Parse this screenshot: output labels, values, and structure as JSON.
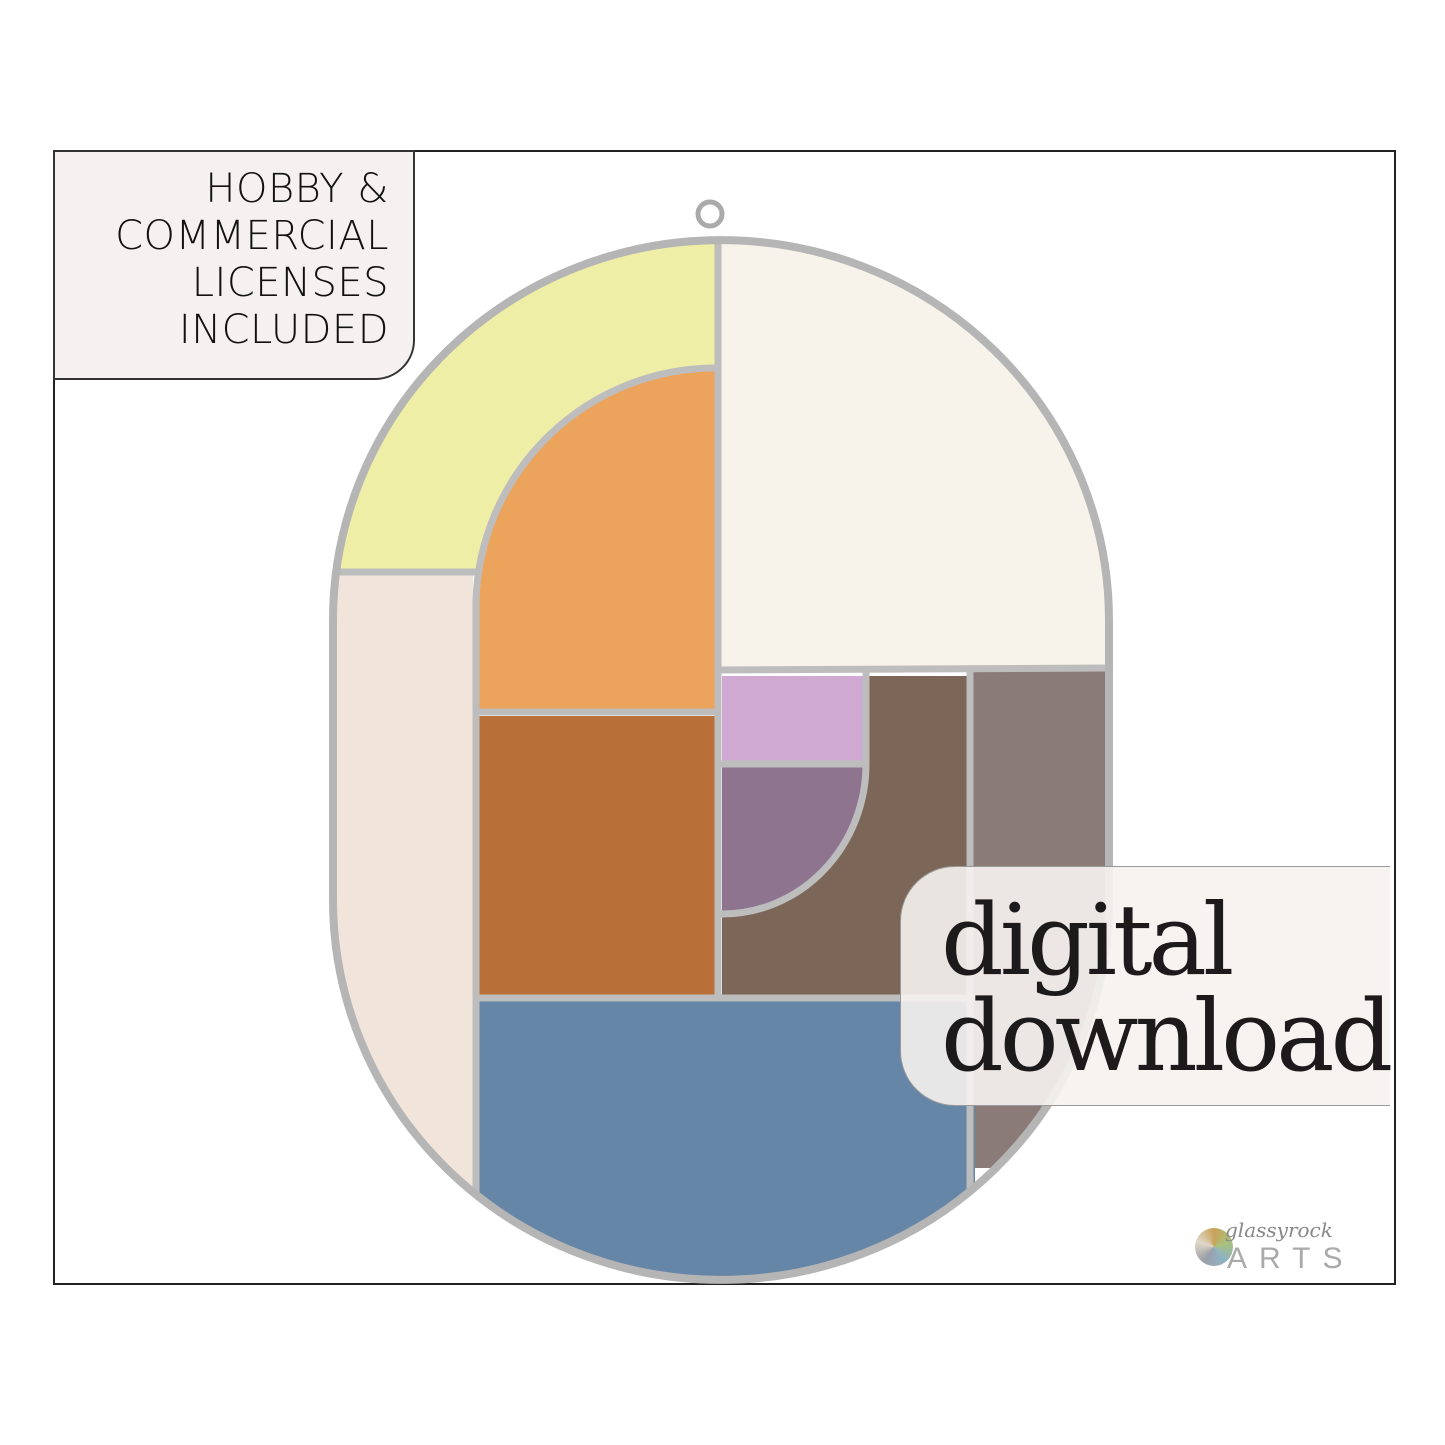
{
  "license_badge": {
    "lines": [
      "HOBBY &",
      "COMMERCIAL",
      "LICENSES",
      "INCLUDED"
    ]
  },
  "download_badge": {
    "lines": [
      "digital",
      "download"
    ]
  },
  "logo": {
    "script": "glassyrock",
    "word": "ARTS"
  },
  "colors": {
    "yellow": "#eeeea6",
    "white": "#f7f3ea",
    "orange": "#eca45c",
    "rust": "#b86f38",
    "cream": "#f1e4da",
    "lilac": "#cfa9d2",
    "purple": "#8f7490",
    "brown": "#7c6657",
    "gray": "#8a7b78",
    "blue": "#6686a7",
    "lead": "#bdbdbd"
  }
}
